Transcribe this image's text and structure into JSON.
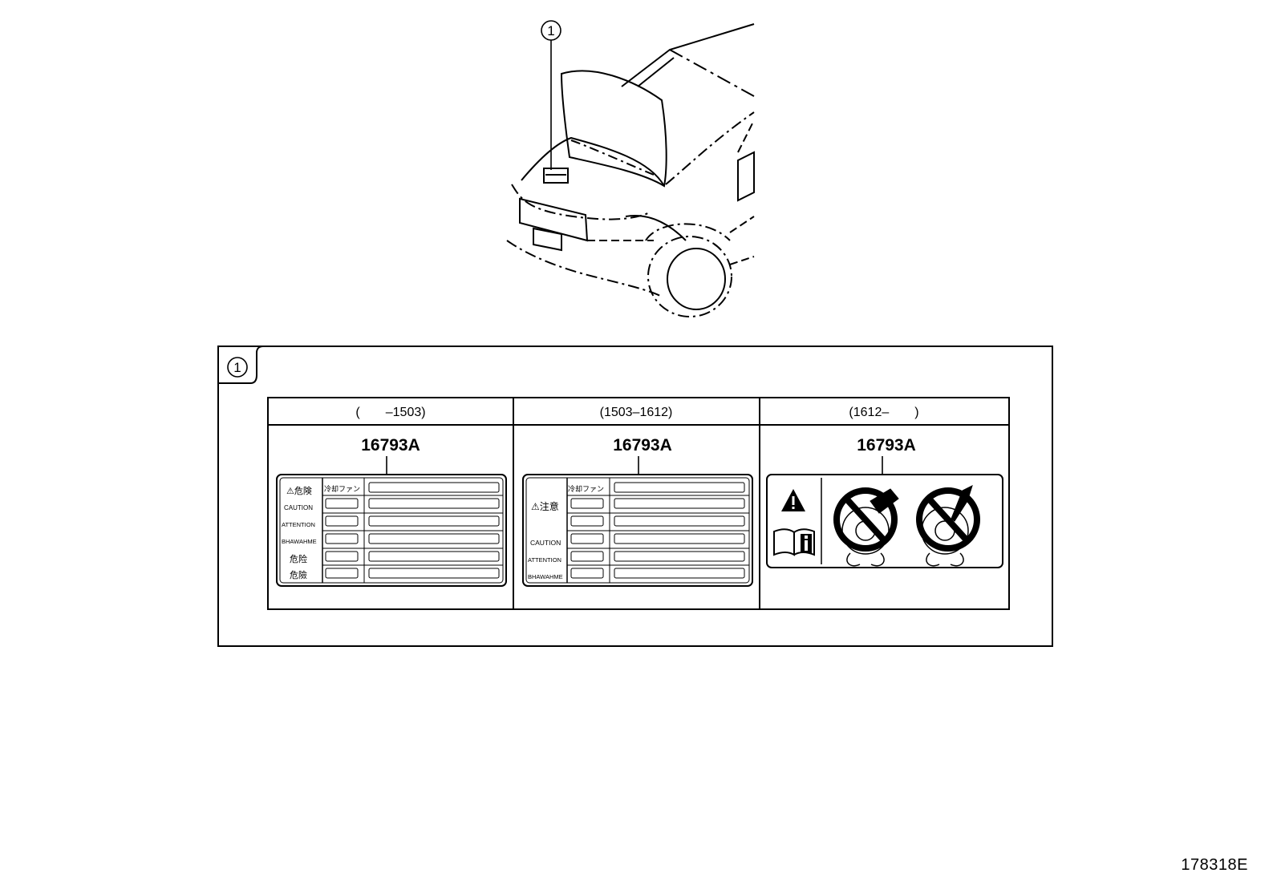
{
  "callout": {
    "number": "1"
  },
  "detail": {
    "callout_number": "1",
    "columns": [
      {
        "header": "(　　–1503)",
        "part_number": "16793A",
        "label": {
          "rows_left": [
            "⚠危険",
            "CAUTION",
            "ATTENTION",
            "BHAWAHME",
            "危险",
            "危險"
          ],
          "fan_text": "冷却ファン"
        }
      },
      {
        "header": "(1503–1612)",
        "part_number": "16793A",
        "label": {
          "warning": "⚠注意",
          "rows_left": [
            "CAUTION",
            "ATTENTION",
            "BHAWAHME"
          ],
          "fan_text": "冷却ファン"
        }
      },
      {
        "header": "(1612–　　)",
        "part_number": "16793A",
        "label": {
          "icons": [
            "warning-triangle-icon",
            "manual-info-icon",
            "no-hand-fan-icon",
            "no-tool-fan-icon"
          ]
        }
      }
    ]
  },
  "diagram_id": "178318E"
}
